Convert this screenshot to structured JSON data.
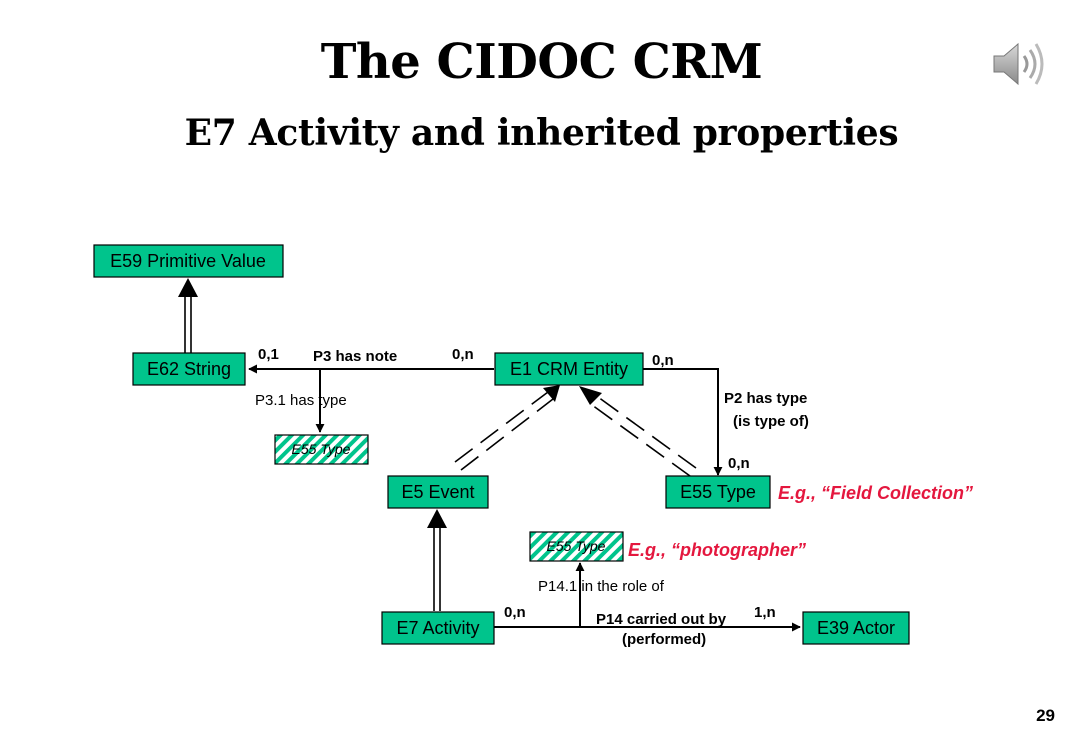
{
  "slide": {
    "title": "The CIDOC CRM",
    "subtitle": "E7 Activity and inherited properties",
    "page_number": "29"
  },
  "diagram": {
    "nodes": {
      "e59": "E59 Primitive Value",
      "e62": "E62 String",
      "e1": "E1 CRM Entity",
      "e5": "E5 Event",
      "e55": "E55 Type",
      "e7": "E7 Activity",
      "e39": "E39 Actor",
      "e55_note_type": "E55 Type",
      "e55_role_type": "E55 Type"
    },
    "labels": {
      "p3_card_left": "0,1",
      "p3_name": "P3 has note",
      "p3_card_right": "0,n",
      "p3_1": "P3.1 has type",
      "p2_card_top": "0,n",
      "p2_name": "P2 has type",
      "p2_inverse": "(is type of)",
      "p2_card_bottom": "0,n",
      "p14_card_left": "0,n",
      "p14_name": "P14 carried out by",
      "p14_inverse": "(performed)",
      "p14_card_right": "1,n",
      "p14_1": "P14.1 in the role of"
    },
    "examples": {
      "field_collection": "E.g., “Field Collection”",
      "photographer": "E.g., “photographer”"
    },
    "colors": {
      "node_fill": "#00c48c",
      "example_text": "#e4173e"
    }
  },
  "icons": {
    "speaker": "speaker-icon"
  }
}
